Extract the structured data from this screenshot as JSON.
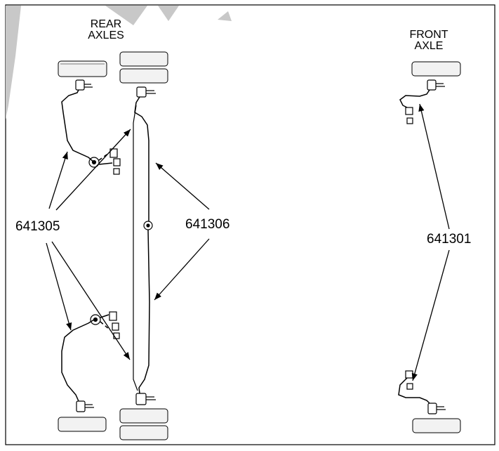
{
  "rear": {
    "title_line1": "REAR",
    "title_line2": "AXLES"
  },
  "front": {
    "title_line1": "FRONT",
    "title_line2": "AXLE"
  },
  "parts": [
    {
      "number": "641305"
    },
    {
      "number": "641306"
    },
    {
      "number": "641301"
    }
  ],
  "colors": {
    "line": "#000000",
    "tire_fill": "#f2f2f2",
    "background": "#ffffff"
  }
}
